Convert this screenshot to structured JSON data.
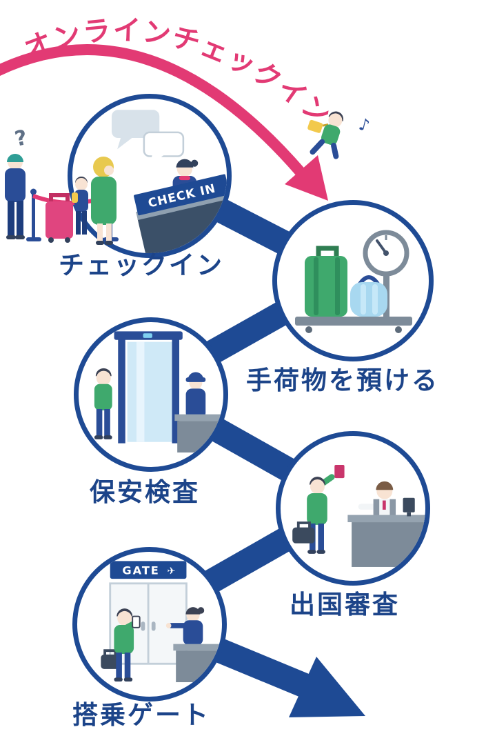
{
  "colors": {
    "navy": "#1e4a94",
    "navy_dark": "#1c4489",
    "pink": "#e23a74",
    "green": "#3fa96d",
    "light_blue": "#a8d8f0",
    "pale_blue": "#cfe9f7",
    "gray": "#7d8b99",
    "light_gray": "#d8e2ea",
    "yellow": "#f2c94c",
    "skin": "#f8e3d3",
    "white": "#ffffff"
  },
  "online_checkin_arrow": {
    "label": "オンラインチェックイン"
  },
  "steps": [
    {
      "id": "checkin",
      "label": "チェックイン",
      "sign_text": "CHECK IN"
    },
    {
      "id": "baggage-drop",
      "label": "手荷物を預ける"
    },
    {
      "id": "security-check",
      "label": "保安検査"
    },
    {
      "id": "immigration",
      "label": "出国審査"
    },
    {
      "id": "boarding-gate",
      "label": "搭乗ゲート",
      "sign_text": "GATE"
    }
  ],
  "decorations": {
    "question_mark": "?",
    "music_note": "♪",
    "airplane": "✈"
  }
}
